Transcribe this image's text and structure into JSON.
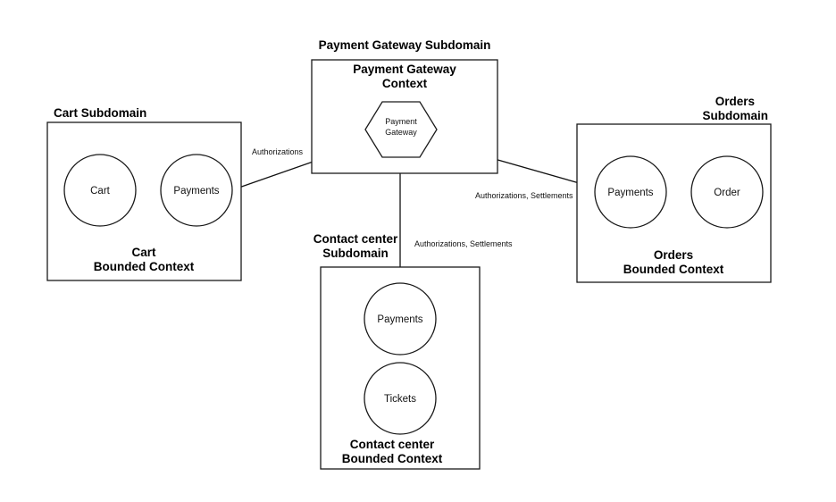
{
  "subdomains": {
    "payment_gateway": "Payment Gateway Subdomain",
    "cart": "Cart Subdomain",
    "orders_line1": "Orders",
    "orders_line2": "Subdomain",
    "contact_line1": "Contact center",
    "contact_line2": "Subdomain"
  },
  "contexts": {
    "payment_gateway_line1": "Payment Gateway",
    "payment_gateway_line2": "Context",
    "cart_line1": "Cart",
    "cart_line2": "Bounded Context",
    "orders_line1": "Orders",
    "orders_line2": "Bounded Context",
    "contact_line1": "Contact center",
    "contact_line2": "Bounded Context"
  },
  "nodes": {
    "gateway_line1": "Payment",
    "gateway_line2": "Gateway",
    "cart": "Cart",
    "cart_payments": "Payments",
    "orders_payments": "Payments",
    "order": "Order",
    "contact_payments": "Payments",
    "tickets": "Tickets"
  },
  "edges": {
    "cart_to_gateway": "Authorizations",
    "orders_to_gateway": "Authorizations, Settlements",
    "contact_to_gateway": "Authorizations, Settlements"
  }
}
